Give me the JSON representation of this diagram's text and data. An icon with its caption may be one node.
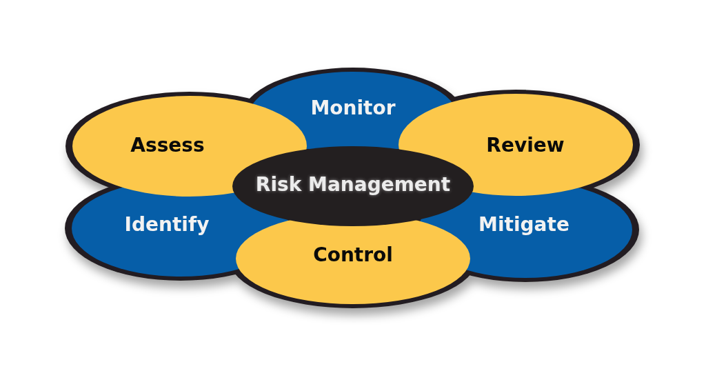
{
  "diagram": {
    "nodes": [
      {
        "text": [
          "Monitor"
        ]
      },
      {
        "text": [
          "Assess"
        ]
      },
      {
        "text": [
          "Review"
        ]
      },
      {
        "text": [
          "Risk Management"
        ]
      },
      {
        "text": [
          "Identify"
        ]
      },
      {
        "text": [
          "Mitigate"
        ]
      },
      {
        "text": [
          "Control"
        ]
      }
    ]
  }
}
